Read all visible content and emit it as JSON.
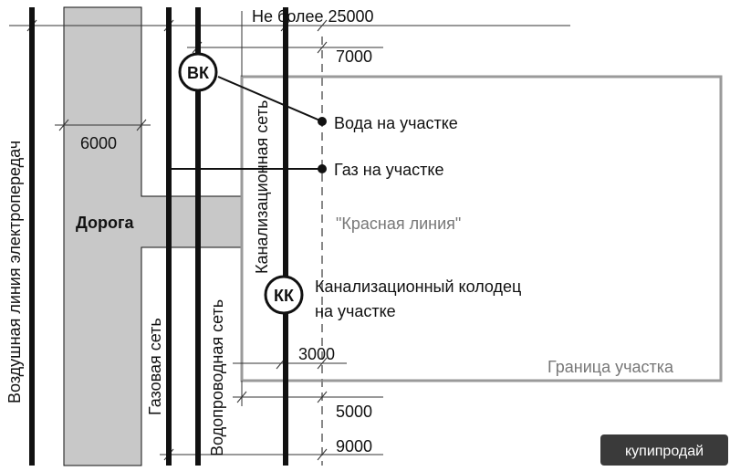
{
  "diagram": {
    "dimensions": {
      "max_total": "Не более 25000",
      "d7000": "7000",
      "d6000": "6000",
      "d3000": "3000",
      "d5000": "5000",
      "d9000": "9000"
    },
    "lines": {
      "power_line": "Воздушная линия электропередач",
      "gas_network": "Газовая сеть",
      "water_network": "Водопроводная сеть",
      "sewer_network": "Канализационная сеть"
    },
    "road": "Дорога",
    "wells": {
      "water_well": "ВК",
      "sewer_well": "КК"
    },
    "callouts": {
      "water_on_plot": "Вода на участке",
      "gas_on_plot": "Газ на участке",
      "red_line": "\"Красная линия\"",
      "sewer_well_on_plot_line1": "Канализационный колодец",
      "sewer_well_on_plot_line2": "на участке",
      "plot_boundary": "Граница участка"
    },
    "colors": {
      "road_fill": "#c8c8c8",
      "boundary": "#9a9a9a",
      "network_line": "#111111"
    }
  },
  "watermark": {
    "text": "купипродай"
  }
}
